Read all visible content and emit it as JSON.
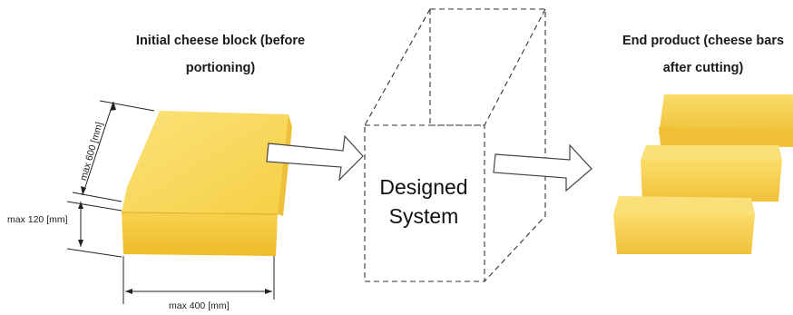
{
  "labels": {
    "initial_line1": "Initial cheese block (before",
    "initial_line2": "portioning)",
    "end_line1": "End product (cheese bars",
    "end_line2": "after cutting)",
    "system_line1": "Designed",
    "system_line2": "System"
  },
  "dimensions": {
    "depth": "max 600 [mm]",
    "height": "max 120 [mm]",
    "width": "max 400 [mm]"
  },
  "colors": {
    "cheese_top": "#f8d75a",
    "cheese_side": "#f2c63a",
    "cheese_front": "#f6cf48",
    "outline": "#333333",
    "arrow_fill": "#ffffff"
  }
}
